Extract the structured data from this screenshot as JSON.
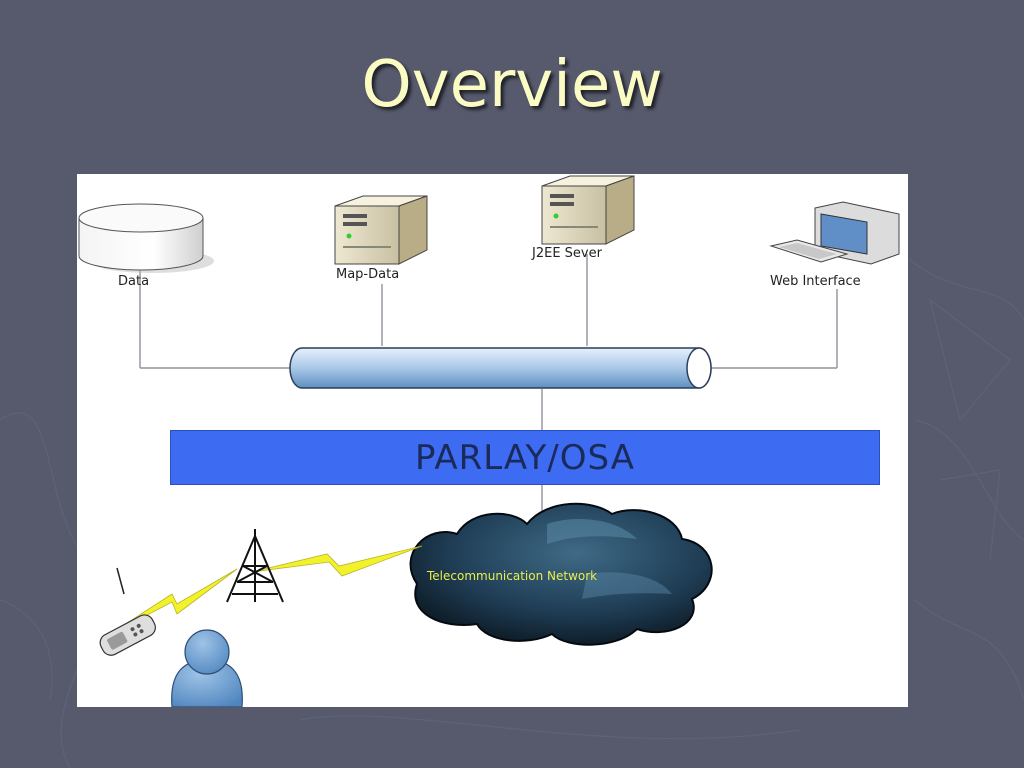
{
  "slide": {
    "title": "Overview"
  },
  "diagram": {
    "nodes": {
      "data": "Data",
      "map_data": "Map-Data",
      "j2ee_server": "J2EE Sever",
      "web_interface": "Web Interface"
    },
    "layer": "PARLAY/OSA",
    "network": "Telecommunication Network"
  },
  "colors": {
    "background": "#575a6c",
    "title": "#fbfbc4",
    "parlay_bar": "#3d6cf2",
    "bus_pipe": "#a9c8e8",
    "lightning": "#f2f22a"
  },
  "icons": [
    "database-icon",
    "server-icon",
    "computer-icon",
    "network-bus-icon",
    "cloud-icon",
    "antenna-tower-icon",
    "lightning-icon",
    "mobile-phone-icon",
    "user-icon"
  ]
}
